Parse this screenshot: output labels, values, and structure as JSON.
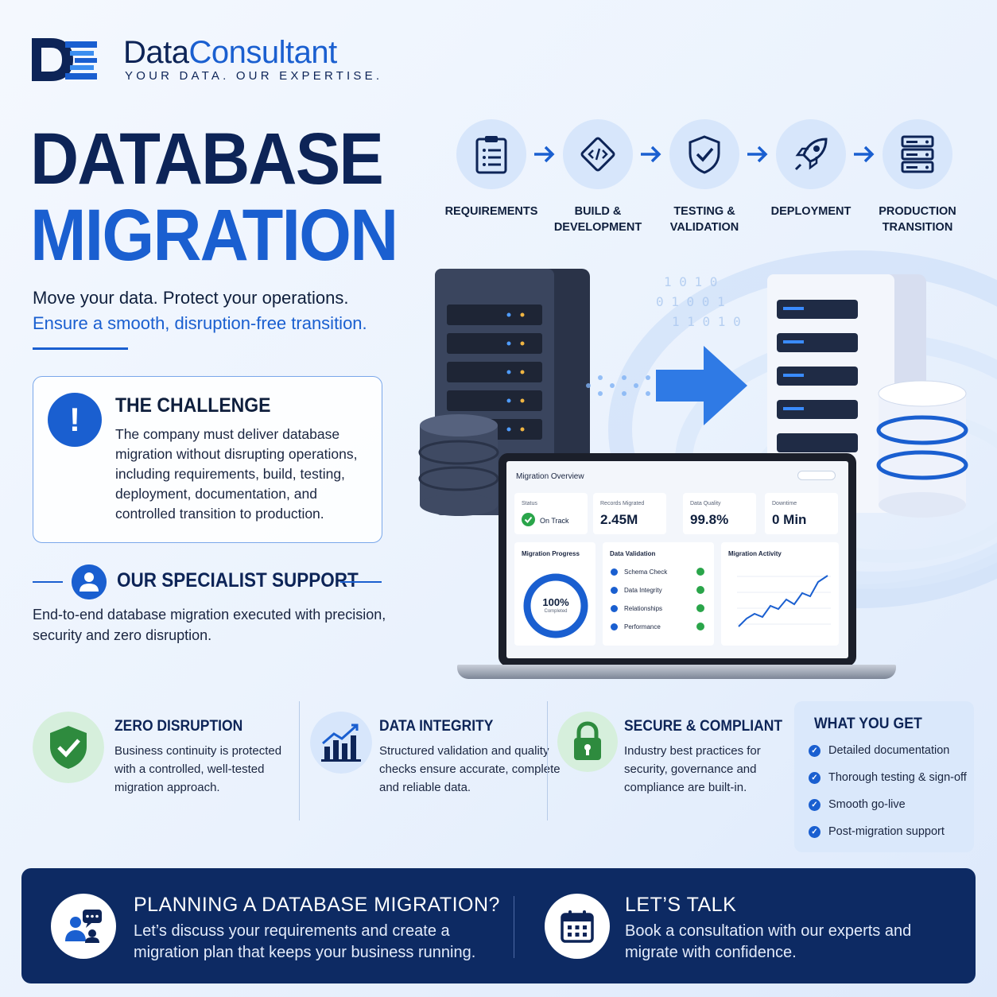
{
  "brand": {
    "name_part1": "Data",
    "name_part2": "Consultant",
    "tagline": "YOUR DATA. OUR EXPERTISE.",
    "logo_icon": "dc-logo-icon"
  },
  "hero": {
    "title_line1": "DATABASE",
    "title_line2": "MIGRATION",
    "subtitle_line1": "Move your data. Protect your operations.",
    "subtitle_line2": "Ensure a smooth, disruption-free transition."
  },
  "challenge": {
    "title": "THE CHALLENGE",
    "icon": "exclamation-icon",
    "body": "The company must deliver database migration without disrupting operations, including requirements, build, testing, deployment, documentation, and controlled transition to production."
  },
  "specialist": {
    "title": "OUR SPECIALIST SUPPORT",
    "icon": "specialist-person-icon",
    "body": "End-to-end database migration executed with precision, security and zero disruption."
  },
  "process": {
    "steps": [
      {
        "line1": "REQUIREMENTS",
        "line2": "",
        "icon": "clipboard-icon"
      },
      {
        "line1": "BUILD &",
        "line2": "DEVELOPMENT",
        "icon": "code-icon"
      },
      {
        "line1": "TESTING &",
        "line2": "VALIDATION",
        "icon": "shield-check-icon"
      },
      {
        "line1": "DEPLOYMENT",
        "line2": "",
        "icon": "rocket-icon"
      },
      {
        "line1": "PRODUCTION",
        "line2": "TRANSITION",
        "icon": "server-icon"
      }
    ]
  },
  "dashboard": {
    "title": "Migration Overview",
    "tiles": [
      {
        "label": "Status",
        "value": "On Track"
      },
      {
        "label": "Records Migrated",
        "value": "2.45M"
      },
      {
        "label": "Data Quality",
        "value": "99.8%"
      },
      {
        "label": "Downtime",
        "value": "0 Min"
      }
    ],
    "progress": {
      "title": "Migration Progress",
      "value": "100%",
      "caption": "Completed",
      "fraction": 1.0
    },
    "validation": {
      "title": "Data Validation",
      "items": [
        "Schema Check",
        "Data Integrity",
        "Relationships",
        "Performance"
      ]
    },
    "activity": {
      "title": "Migration Activity"
    }
  },
  "features": [
    {
      "title": "ZERO DISRUPTION",
      "body": "Business continuity is protected with a controlled, well-tested migration approach.",
      "icon": "shield-check-icon",
      "color": "#2e8b3e"
    },
    {
      "title": "DATA INTEGRITY",
      "body": "Structured validation and quality checks ensure accurate, complete and reliable data.",
      "icon": "growth-chart-icon",
      "color": "#1a5fd0"
    },
    {
      "title": "SECURE & COMPLIANT",
      "body": "Industry best practices for security, governance and compliance are built-in.",
      "icon": "padlock-icon",
      "color": "#2e8b3e"
    }
  ],
  "what_you_get": {
    "title": "WHAT YOU GET",
    "items": [
      "Detailed documentation",
      "Thorough testing & sign-off",
      "Smooth go-live",
      "Post-migration support"
    ]
  },
  "cta": {
    "left": {
      "title": "PLANNING A DATABASE MIGRATION?",
      "body": "Let’s discuss your requirements and create a migration plan that keeps your business running.",
      "icon": "consultation-chat-icon"
    },
    "right": {
      "title": "LET’S TALK",
      "body": "Book a consultation with our experts and migrate with confidence.",
      "icon": "calendar-icon"
    }
  },
  "colors": {
    "navy": "#0d2457",
    "accent": "#1a5fd0",
    "success": "#2e8b3e",
    "cta_bg": "#0d2a63"
  }
}
